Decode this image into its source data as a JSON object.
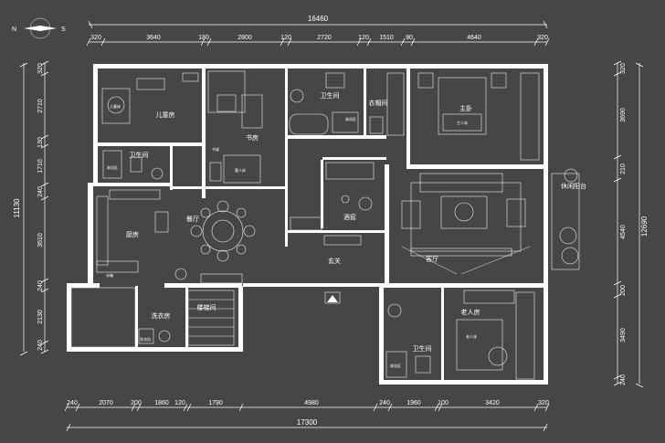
{
  "compass": {
    "north": "N",
    "south": "S"
  },
  "top_total": "16460",
  "top_dims": [
    "320",
    "3640",
    "180",
    "2800",
    "120",
    "2720",
    "120",
    "1510",
    "90",
    "4640",
    "320"
  ],
  "bottom_dims": [
    "240",
    "2070",
    "200",
    "1860",
    "120",
    "1790",
    "4980",
    "240",
    "1960",
    "100",
    "3420",
    "320"
  ],
  "bottom_total": "17300",
  "left_dims": [
    "320",
    "2710",
    "130",
    "1710",
    "240",
    "3610",
    "240",
    "2130",
    "240"
  ],
  "left_total": "11130",
  "right_dims": [
    "320",
    "3690",
    "210",
    "4540",
    "200",
    "3490",
    "240"
  ],
  "right_total": "12690",
  "rooms": {
    "kids_room": "儿童房",
    "bath_left": "卫生间",
    "study": "书房",
    "bath_mid": "卫生间",
    "closet": "衣帽间",
    "master": "主卧",
    "balcony": "休闲阳台",
    "kitchen": "厨房",
    "dining": "餐厅",
    "wine": "酒窖",
    "living": "客厅",
    "foyer": "玄关",
    "laundry": "洗衣房",
    "stair": "楼梯间",
    "elder": "老人房",
    "bath_elder": "卫生间"
  },
  "small_labels": {
    "wash_area_left": "淋浴区",
    "wash_area_mid": "淋浴区",
    "wash_area_elder": "淋浴区",
    "bed_kids": "儿童床",
    "bed_study": "客人床",
    "bed_master": "主人床",
    "bed_elder": "老人床",
    "desk_study": "书桌",
    "fridge": "冰箱",
    "washer": "洗衣机"
  }
}
